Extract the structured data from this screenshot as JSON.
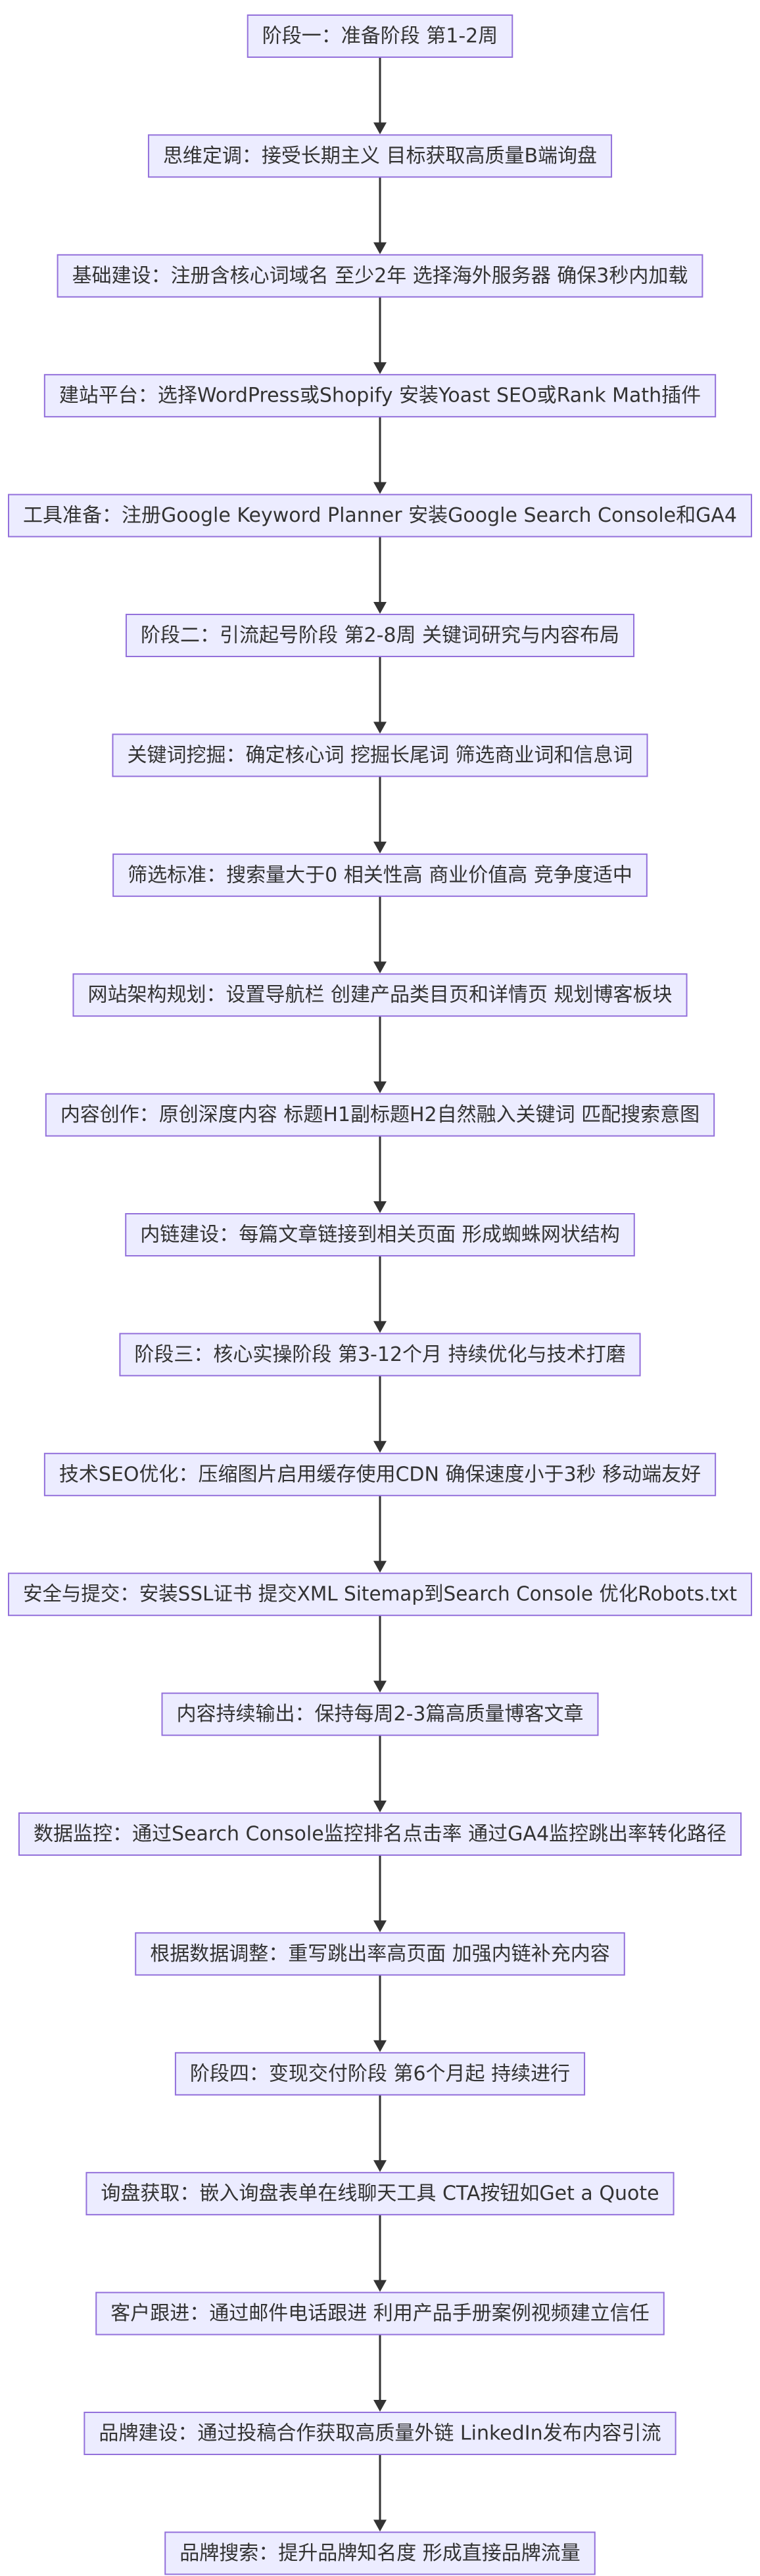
{
  "diagram": {
    "type": "flowchart",
    "direction": "top-down",
    "colors": {
      "node_fill": "#ececff",
      "node_stroke": "#9370db",
      "text": "#333333",
      "edge": "#333333"
    },
    "nodes": [
      {
        "id": "n1",
        "label": "阶段一：准备阶段 第1-2周"
      },
      {
        "id": "n2",
        "label": "思维定调：接受长期主义 目标获取高质量B端询盘"
      },
      {
        "id": "n3",
        "label": "基础建设：注册含核心词域名 至少2年 选择海外服务器 确保3秒内加载"
      },
      {
        "id": "n4",
        "label": "建站平台：选择WordPress或Shopify 安装Yoast SEO或Rank Math插件"
      },
      {
        "id": "n5",
        "label": "工具准备：注册Google Keyword Planner 安装Google Search Console和GA4"
      },
      {
        "id": "n6",
        "label": "阶段二：引流起号阶段 第2-8周 关键词研究与内容布局"
      },
      {
        "id": "n7",
        "label": "关键词挖掘：确定核心词 挖掘长尾词 筛选商业词和信息词"
      },
      {
        "id": "n8",
        "label": "筛选标准：搜索量大于0 相关性高 商业价值高 竞争度适中"
      },
      {
        "id": "n9",
        "label": "网站架构规划：设置导航栏 创建产品类目页和详情页 规划博客板块"
      },
      {
        "id": "n10",
        "label": "内容创作：原创深度内容 标题H1副标题H2自然融入关键词 匹配搜索意图"
      },
      {
        "id": "n11",
        "label": "内链建设：每篇文章链接到相关页面 形成蜘蛛网状结构"
      },
      {
        "id": "n12",
        "label": "阶段三：核心实操阶段 第3-12个月 持续优化与技术打磨"
      },
      {
        "id": "n13",
        "label": "技术SEO优化：压缩图片启用缓存使用CDN 确保速度小于3秒 移动端友好"
      },
      {
        "id": "n14",
        "label": "安全与提交：安装SSL证书 提交XML Sitemap到Search Console 优化Robots.txt"
      },
      {
        "id": "n15",
        "label": "内容持续输出：保持每周2-3篇高质量博客文章"
      },
      {
        "id": "n16",
        "label": "数据监控：通过Search Console监控排名点击率 通过GA4监控跳出率转化路径"
      },
      {
        "id": "n17",
        "label": "根据数据调整：重写跳出率高页面 加强内链补充内容"
      },
      {
        "id": "n18",
        "label": "阶段四：变现交付阶段 第6个月起 持续进行"
      },
      {
        "id": "n19",
        "label": "询盘获取：嵌入询盘表单在线聊天工具 CTA按钮如Get a Quote"
      },
      {
        "id": "n20",
        "label": "客户跟进：通过邮件电话跟进 利用产品手册案例视频建立信任"
      },
      {
        "id": "n21",
        "label": "品牌建设：通过投稿合作获取高质量外链 LinkedIn发布内容引流"
      },
      {
        "id": "n22",
        "label": "品牌搜索：提升品牌知名度 形成直接品牌流量"
      }
    ],
    "edges": [
      [
        "n1",
        "n2"
      ],
      [
        "n2",
        "n3"
      ],
      [
        "n3",
        "n4"
      ],
      [
        "n4",
        "n5"
      ],
      [
        "n5",
        "n6"
      ],
      [
        "n6",
        "n7"
      ],
      [
        "n7",
        "n8"
      ],
      [
        "n8",
        "n9"
      ],
      [
        "n9",
        "n10"
      ],
      [
        "n10",
        "n11"
      ],
      [
        "n11",
        "n12"
      ],
      [
        "n12",
        "n13"
      ],
      [
        "n13",
        "n14"
      ],
      [
        "n14",
        "n15"
      ],
      [
        "n15",
        "n16"
      ],
      [
        "n16",
        "n17"
      ],
      [
        "n17",
        "n18"
      ],
      [
        "n18",
        "n19"
      ],
      [
        "n19",
        "n20"
      ],
      [
        "n20",
        "n21"
      ],
      [
        "n21",
        "n22"
      ]
    ]
  }
}
